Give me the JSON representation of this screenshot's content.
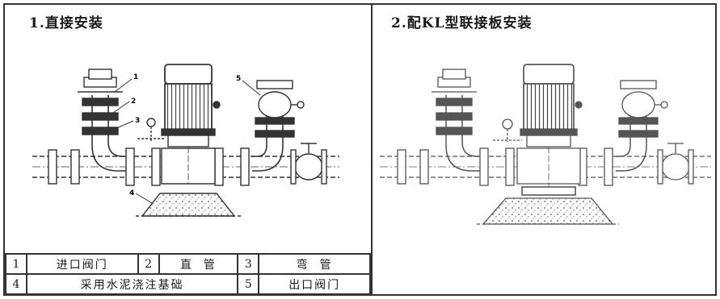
{
  "panels": {
    "left_title": "1.直接安装",
    "right_title": "2.配KL型联接板安装"
  },
  "callouts": [
    "1",
    "2",
    "3",
    "4",
    "5"
  ],
  "legend": {
    "row1": [
      {
        "num": "1",
        "text": "进口阀门"
      },
      {
        "num": "2",
        "text": "直  管"
      },
      {
        "num": "3",
        "text": "弯  管"
      }
    ],
    "row2": [
      {
        "num": "4",
        "text": "采用水泥浇注基础"
      },
      {
        "num": "5",
        "text": "出口阀门"
      }
    ]
  }
}
